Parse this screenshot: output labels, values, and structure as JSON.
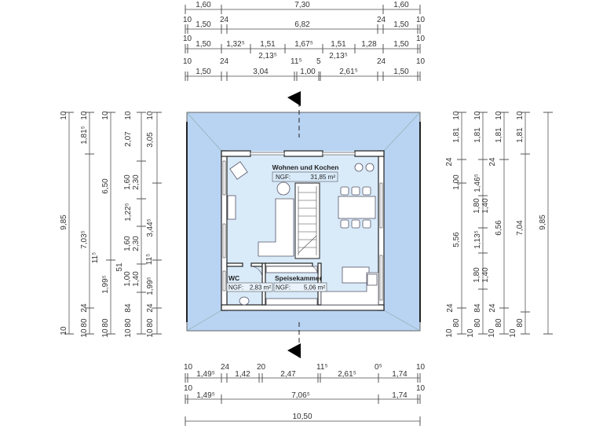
{
  "colors": {
    "terrace": "#b9d3f2",
    "interior": "#d9eaf9",
    "wall": "#222222",
    "dimension": "#777777"
  },
  "top": {
    "row1": [
      "1,60",
      "7,30",
      "1,60"
    ],
    "row1_small": [
      "10",
      "24",
      "24",
      "10"
    ],
    "row2": [
      "1,50",
      "6,82",
      "1,50"
    ],
    "row2_small": [
      "10",
      "10"
    ],
    "row3": [
      "1,50",
      "1,32⁵",
      "1,51",
      "1,67⁵",
      "1,51",
      "1,28",
      "1,50"
    ],
    "row3_sub": [
      "2,13⁵",
      "2,13⁵"
    ],
    "row3_small": [
      "10",
      "24",
      "11⁵",
      "5",
      "24",
      "10"
    ],
    "row4": [
      "1,50",
      "3,04",
      "1,00",
      "2,61⁵",
      "1,50"
    ]
  },
  "left": {
    "col1": [
      "10",
      "9,85",
      "10"
    ],
    "col2": [
      "10",
      "1,81⁵",
      "7,03⁵",
      "24",
      "80",
      "10"
    ],
    "col3": [
      "10",
      "6,50",
      "11⁵",
      "51",
      "1,99⁵",
      "80",
      "10"
    ],
    "col4": [
      "10",
      "2,07",
      "1,60",
      "2,30",
      "1,22⁵",
      "1,60",
      "2,30",
      "1,00",
      "1,40",
      "84",
      "80",
      "10"
    ],
    "col5": [
      "10",
      "3,05",
      "3,44⁵",
      "11⁵",
      "1,99⁵",
      "24",
      "80",
      "10"
    ]
  },
  "right": {
    "col1": [
      "10",
      "1,81",
      "24",
      "1,00",
      "5,56",
      "24",
      "80",
      "10"
    ],
    "col2": [
      "10",
      "1,81",
      "1,46⁵",
      "1,80",
      "1,40",
      "1,13⁵",
      "1,80",
      "1,40",
      "84",
      "80",
      "10"
    ],
    "col3": [
      "10",
      "1,81",
      "24",
      "6,56",
      "24",
      "80",
      "10"
    ],
    "col4": [
      "10",
      "1,81",
      "7,04",
      "80",
      "10"
    ],
    "col5": [
      "9,85"
    ]
  },
  "bottom": {
    "row1_small": [
      "10",
      "24",
      "20",
      "11⁵",
      "0⁵",
      "10"
    ],
    "row1": [
      "1,49⁵",
      "1,42",
      "2,47",
      "2,61⁵",
      "1,74"
    ],
    "row2_small": [
      "10",
      "10"
    ],
    "row2": [
      "1,49⁵",
      "7,06⁵",
      "1,74"
    ],
    "row3": [
      "10,50"
    ]
  },
  "rooms": [
    {
      "name": "Wohnen und Kochen",
      "ngf_label": "NGF:",
      "ngf": "31,85 m²"
    },
    {
      "name": "WC",
      "ngf_label": "NGF:",
      "ngf": "2,83 m²"
    },
    {
      "name": "Speisekammer",
      "ngf_label": "NGF:",
      "ngf": "5,06 m²"
    }
  ],
  "icons": {
    "section_marker": "section-arrow-icon"
  }
}
